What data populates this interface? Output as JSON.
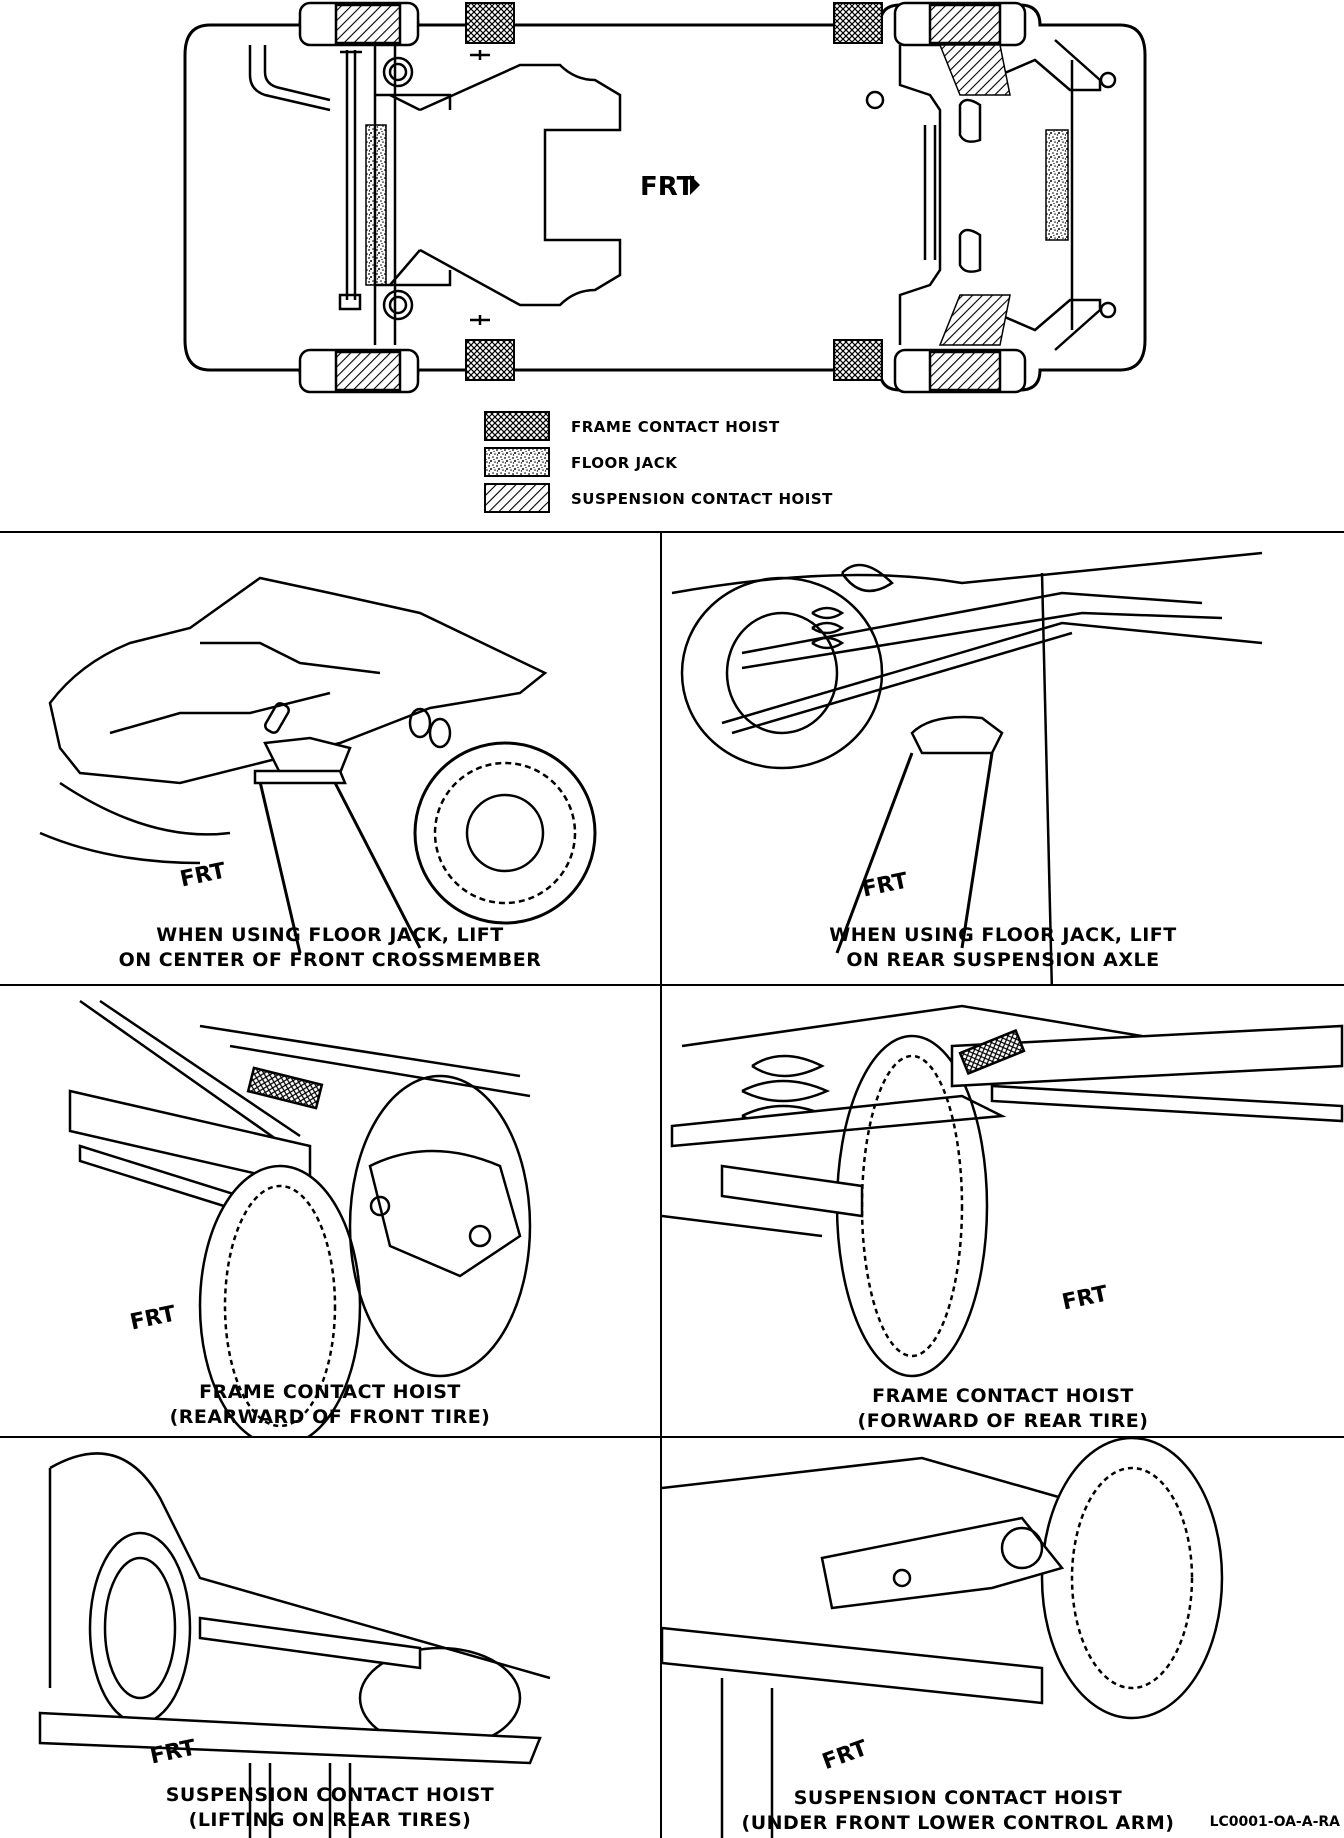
{
  "direction_marker": "FRT",
  "legend": [
    {
      "key": "frame",
      "label": "FRAME CONTACT HOIST"
    },
    {
      "key": "floor",
      "label": "FLOOR JACK"
    },
    {
      "key": "susp",
      "label": "SUSPENSION CONTACT HOIST"
    }
  ],
  "panels": [
    {
      "caption_line1": "WHEN USING FLOOR JACK, LIFT",
      "caption_line2": "ON CENTER OF FRONT CROSSMEMBER"
    },
    {
      "caption_line1": "WHEN USING FLOOR JACK, LIFT",
      "caption_line2": "ON REAR SUSPENSION AXLE"
    },
    {
      "caption_line1": "FRAME CONTACT HOIST",
      "caption_line2": "(REARWARD OF FRONT TIRE)"
    },
    {
      "caption_line1": "FRAME CONTACT HOIST",
      "caption_line2": "(FORWARD OF REAR TIRE)"
    },
    {
      "caption_line1": "SUSPENSION CONTACT HOIST",
      "caption_line2": "(LIFTING ON REAR TIRES)"
    },
    {
      "caption_line1": "SUSPENSION CONTACT HOIST",
      "caption_line2": "(UNDER FRONT LOWER CONTROL ARM)"
    }
  ],
  "reference_code": "LC0001-OA-A-RA"
}
